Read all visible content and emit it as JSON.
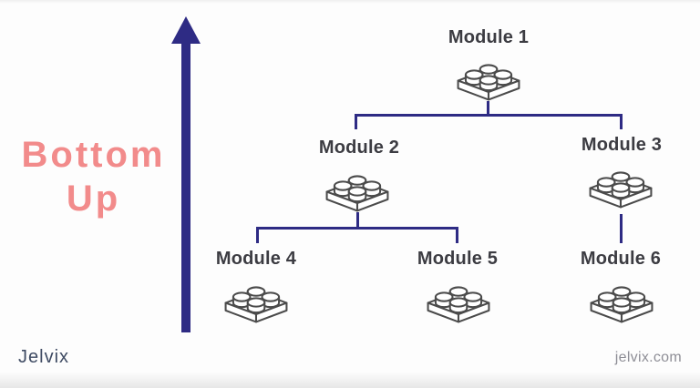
{
  "title": {
    "line1": "Bottom",
    "line2": "Up"
  },
  "modules": [
    {
      "id": 1,
      "label": "Module 1"
    },
    {
      "id": 2,
      "label": "Module 2"
    },
    {
      "id": 3,
      "label": "Module 3"
    },
    {
      "id": 4,
      "label": "Module 4"
    },
    {
      "id": 5,
      "label": "Module 5"
    },
    {
      "id": 6,
      "label": "Module 6"
    }
  ],
  "diagram": {
    "type": "tree",
    "direction": "bottom-up",
    "arrow": "upward",
    "node_icon": "lego-brick-2x2",
    "edges": [
      {
        "from": "Module 1",
        "to": "Module 2"
      },
      {
        "from": "Module 1",
        "to": "Module 3"
      },
      {
        "from": "Module 2",
        "to": "Module 4"
      },
      {
        "from": "Module 2",
        "to": "Module 5"
      },
      {
        "from": "Module 3",
        "to": "Module 6"
      }
    ]
  },
  "footer": {
    "logo": "Jelvix",
    "website": "jelvix.com"
  },
  "palette": {
    "background": "#fdfdfd",
    "title_pink": "#f28b8b",
    "connector_navy": "#2e2b84",
    "label_gray": "#3c3c42",
    "brick_outline": "#4b4b4b",
    "logo_slate": "#3f4b63",
    "website_gray": "#8e8e96"
  }
}
